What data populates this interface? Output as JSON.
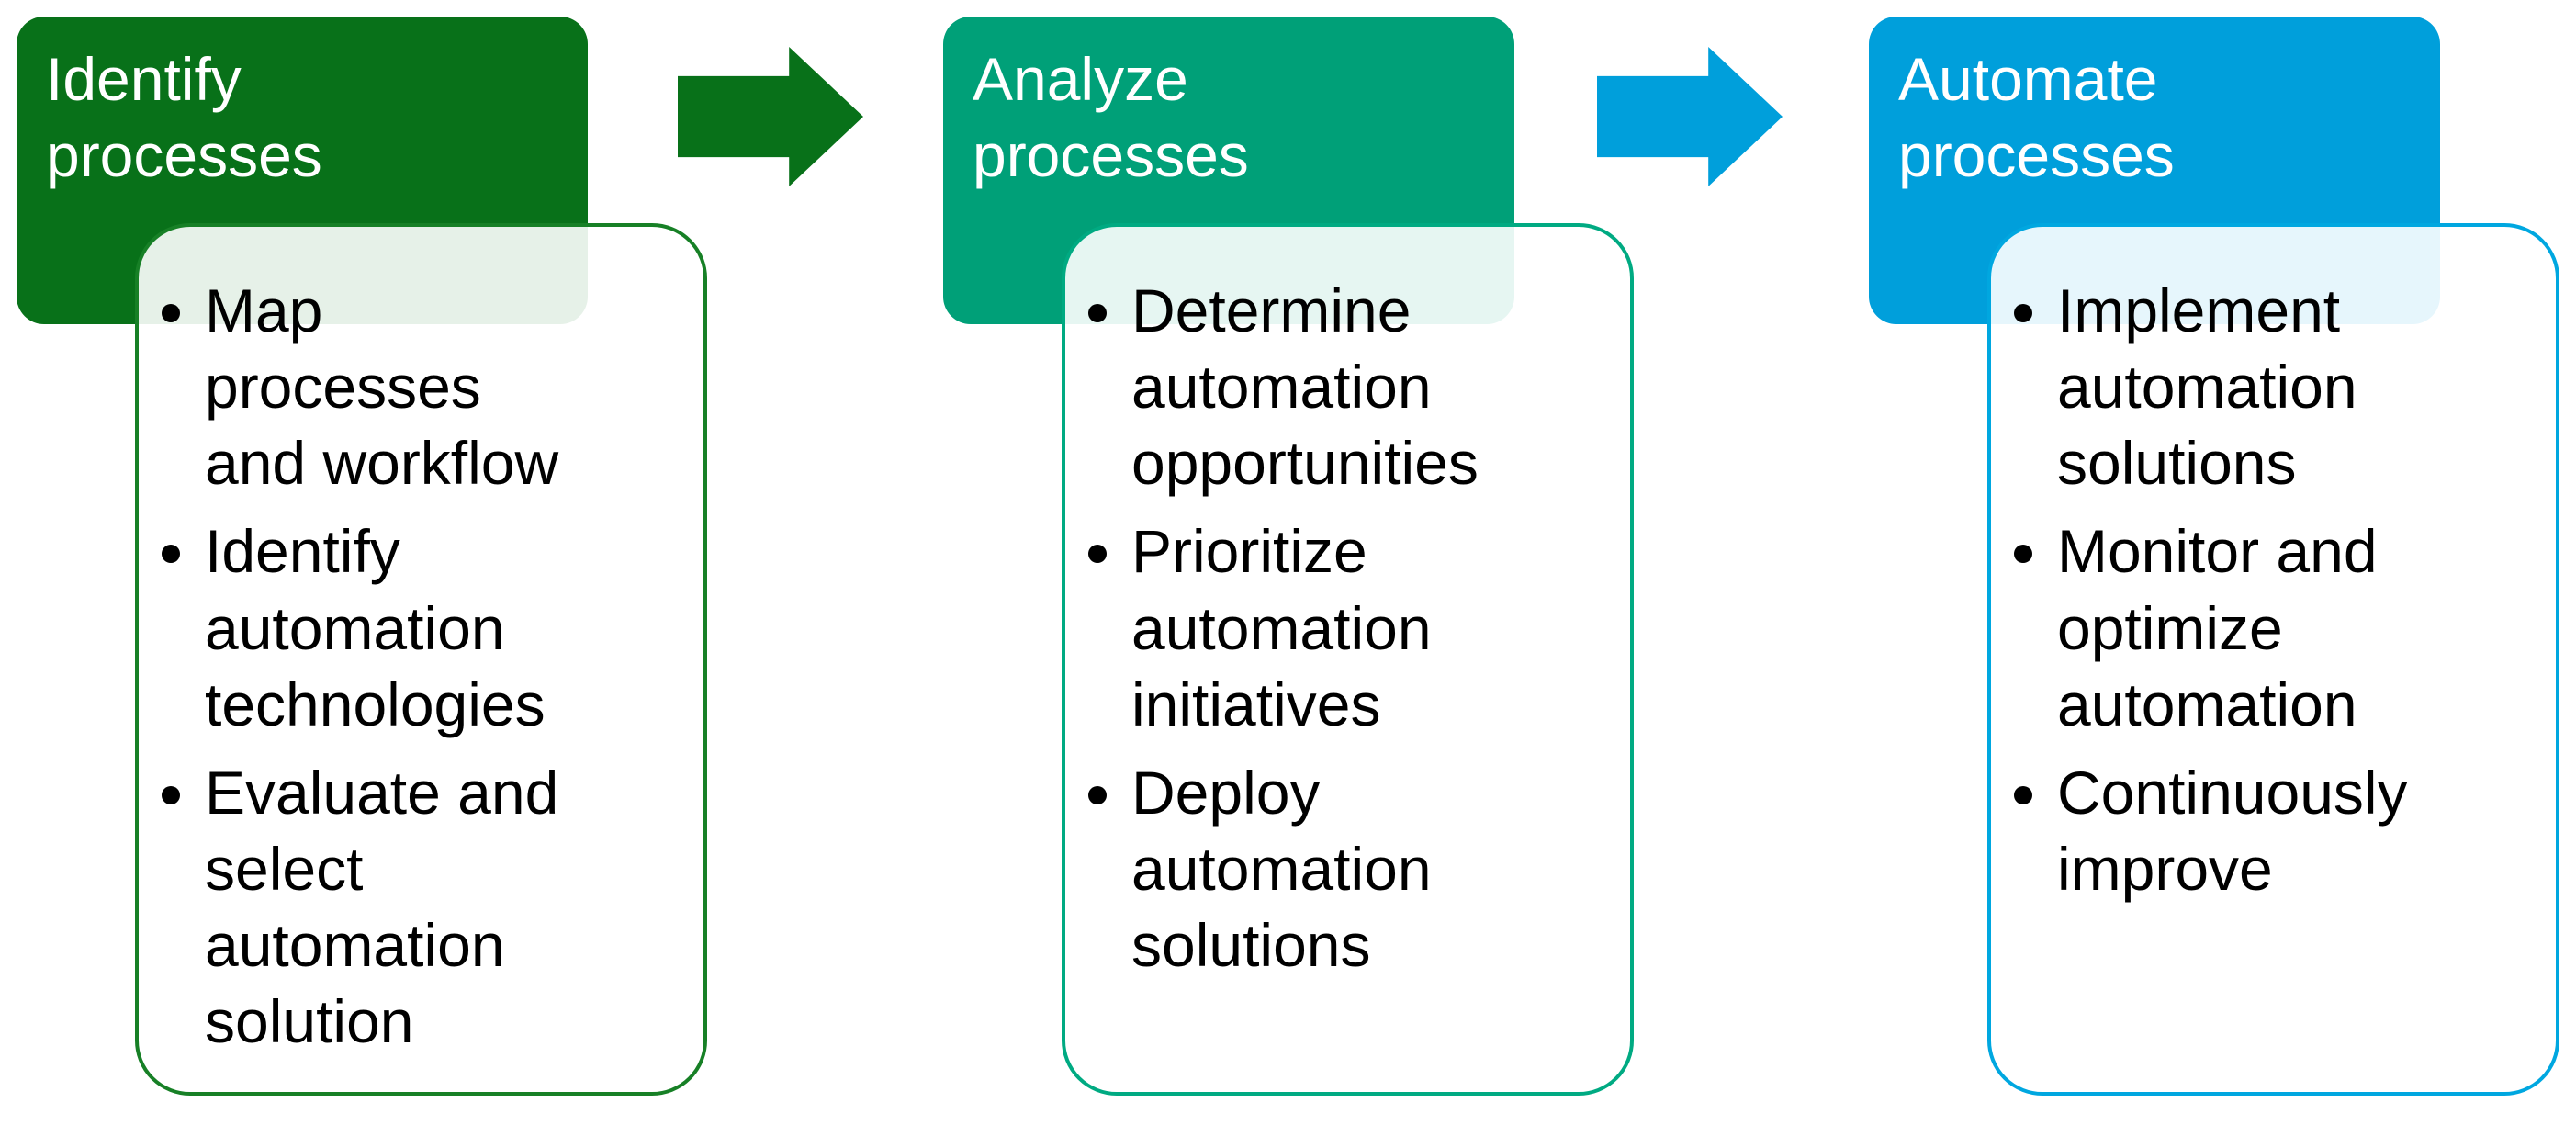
{
  "background": "#ffffff",
  "text_color": "#000000",
  "title_color": "#ffffff",
  "steps": [
    {
      "title": "Identify processes",
      "accent": "#087119",
      "border": "#178026",
      "bullets": [
        "Map processes and workflow",
        "Identify automation technologies",
        "Evaluate and select automation solution"
      ]
    },
    {
      "title": "Analyze processes",
      "accent": "#00a078",
      "border": "#00aa82",
      "bullets": [
        "Determine automation opportunities",
        "Prioritize automation initiatives",
        "Deploy automation solutions"
      ]
    },
    {
      "title": "Automate processes",
      "accent": "#009fdb",
      "border": "#00a7e0",
      "bullets": [
        "Implement automation solutions",
        "Monitor and optimize automation",
        "Continuously improve"
      ]
    }
  ],
  "arrows": [
    {
      "direction": "right",
      "color": "#087119"
    },
    {
      "direction": "right",
      "color": "#009fdb"
    }
  ]
}
